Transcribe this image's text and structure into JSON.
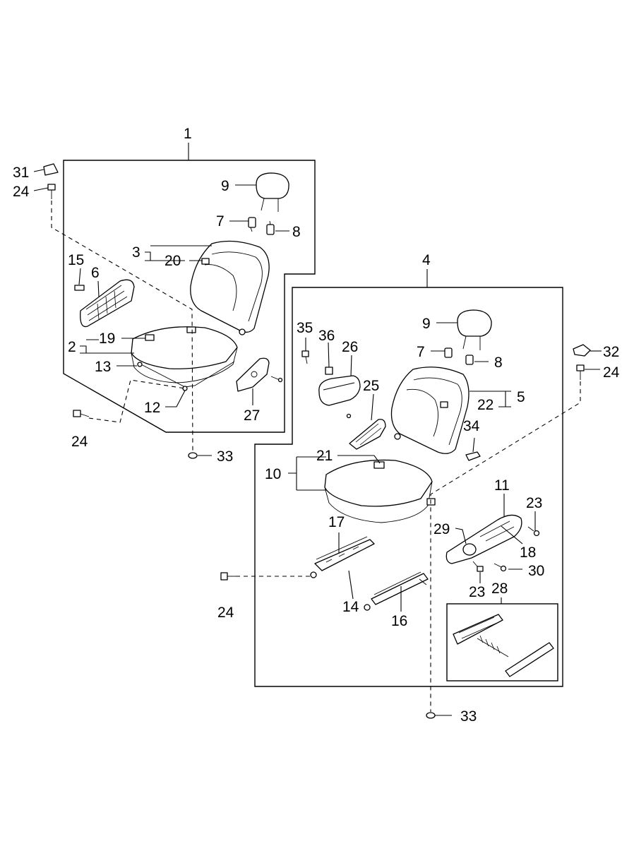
{
  "callouts": {
    "c1": "1",
    "c4": "4",
    "l9": "9",
    "l7": "7",
    "l8": "8",
    "l3": "3",
    "l20": "20",
    "l15": "15",
    "l6": "6",
    "l2": "2",
    "l19": "19",
    "l13": "13",
    "l12": "12",
    "l27": "27",
    "l31": "31",
    "l24a": "24",
    "l24b": "24",
    "l33a": "33",
    "r9": "9",
    "r7": "7",
    "r8": "8",
    "r35": "35",
    "r36": "36",
    "r26": "26",
    "r25": "25",
    "r5": "5",
    "r22": "22",
    "r32": "32",
    "r24c": "24",
    "r34": "34",
    "r21": "21",
    "r10": "10",
    "r11": "11",
    "r23a": "23",
    "r29": "29",
    "r18": "18",
    "r30": "30",
    "r23b": "23",
    "r17": "17",
    "r14": "14",
    "r16": "16",
    "r28": "28",
    "r24d": "24",
    "r33b": "33"
  },
  "icons": [
    "headrest-icon",
    "seat-back-icon",
    "seat-cushion-icon",
    "seat-rail-icon",
    "recliner-cover-icon",
    "armrest-icon",
    "bolt-icon",
    "nut-icon",
    "clip-icon",
    "bracket-icon"
  ]
}
